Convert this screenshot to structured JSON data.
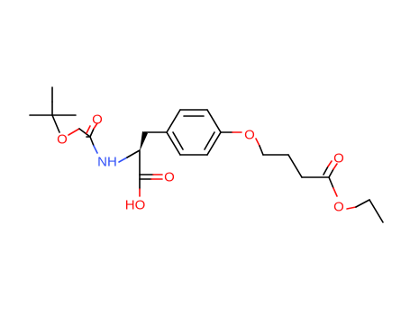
{
  "colors": {
    "carbon": "#000000",
    "oxygen": "#ff0d0d",
    "nitrogen": "#3050f8",
    "background": "#ffffff"
  },
  "atoms": {
    "boc_carbonyl_o": "O",
    "boc_ester_o": "O",
    "amide_nh": "NH",
    "acid_carbonyl_o": "O",
    "acid_hydroxyl": "HO",
    "ether_o": "O",
    "ester_carbonyl_o": "O",
    "ester_o": "O"
  }
}
